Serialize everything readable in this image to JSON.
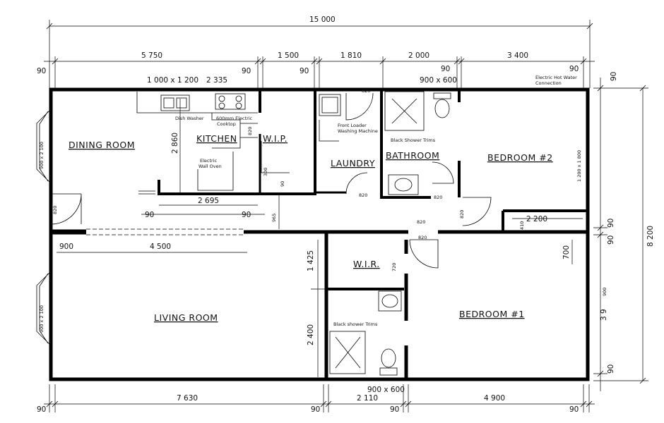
{
  "overall": {
    "width_label": "15 000",
    "height_label": "8 200"
  },
  "top_dims": [
    "5 750",
    "1 500",
    "1 810",
    "2 000",
    "3 400"
  ],
  "wall_dims": [
    "90",
    "90",
    "90",
    "90",
    "90",
    "90"
  ],
  "bottom_dims": {
    "left": "7 630",
    "middle": "2 110",
    "right": "4 900",
    "w90": [
      "90",
      "90",
      "90",
      "90"
    ]
  },
  "right_dims": {
    "upper": "1 200 x 1 800",
    "lower": "3 9",
    "lower2": "900",
    "w90": [
      "90",
      "90",
      "90",
      "90"
    ]
  },
  "rooms": {
    "dining": "DINING ROOM",
    "kitchen": "KITCHEN",
    "wip": "W.I.P.",
    "laundry": "LAUNDRY",
    "bathroom": "BATHROOM",
    "bedroom2": "BEDROOM #2",
    "living": "LIVING ROOM",
    "wir": "W.I.R.",
    "bedroom1": "BEDROOM #1"
  },
  "notes": {
    "kitchen_window": "1 000 x 1 200",
    "kitchen_window2": "2 335",
    "dishwasher": "Dish Washer",
    "cooktop_l1": "600mm Electric",
    "cooktop_l2": "Cooktop",
    "oven_l1": "Electric",
    "oven_l2": "Wall Oven",
    "washer_l1": "Front Loader",
    "washer_l2": "Washing Machine",
    "shower1": "Black Shower Trims",
    "shower2": "Black shower Trims",
    "window_bath": "900 x 600",
    "window_ens": "900 x 600",
    "hot_water_l1": "Electric Hot Water",
    "hot_water_l2": "Connection",
    "dining_window": "900 x 2 100",
    "living_window": "900 x 2 100"
  },
  "inner_dims": {
    "d820_a": "820",
    "d820_b": "820",
    "d820_c": "820",
    "d820_d": "820",
    "d820_e": "820",
    "d820_f": "820",
    "d820_g": "820",
    "d820_h": "820",
    "kitchen_h": "2 860",
    "kitchen_w": "2 695",
    "wip_300": "300",
    "wip_90": "90",
    "k90a": "90",
    "k90b": "90",
    "hall": "965",
    "living_900": "900",
    "living_4500": "4 500",
    "wir_1425": "1 425",
    "wir_2400": "2 400",
    "wir_720": "720",
    "bed_700": "700",
    "bed2_2200": "2 200",
    "bed2_410": "410"
  }
}
